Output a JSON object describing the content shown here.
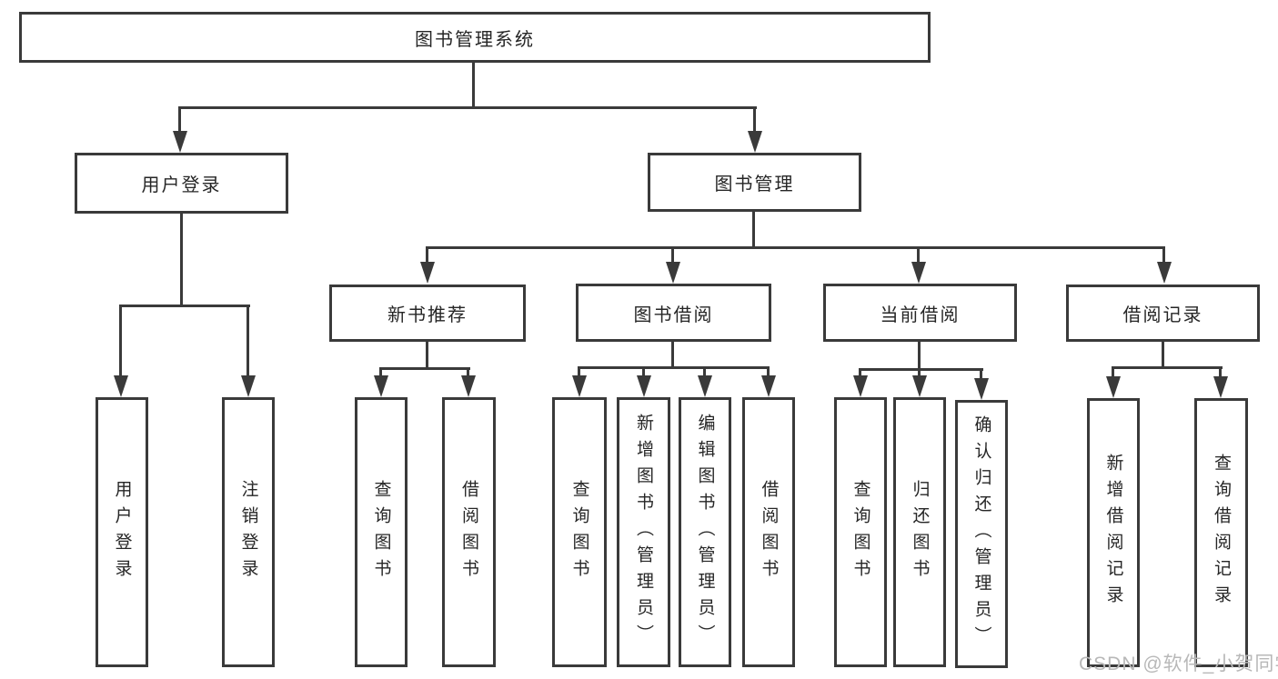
{
  "diagram_type": "tree",
  "nodes": {
    "root": {
      "label": "图书管理系统"
    },
    "user_login": {
      "label": "用户登录"
    },
    "book_mgmt": {
      "label": "图书管理"
    },
    "new_book_rec": {
      "label": "新书推荐"
    },
    "book_borrow": {
      "label": "图书借阅"
    },
    "current_borrow": {
      "label": "当前借阅"
    },
    "borrow_records": {
      "label": "借阅记录"
    },
    "leaves": {
      "user_login": "用户登录",
      "logout": "注销登录",
      "nbr_query": "查询图书",
      "nbr_borrow": "借阅图书",
      "bb_query": "查询图书",
      "bb_add": "新增图书（管理员）",
      "bb_edit": "编辑图书（管理员）",
      "bb_borrow": "借阅图书",
      "cb_query": "查询图书",
      "cb_return": "归还图书",
      "cb_confirm": "确认归还（管理员）",
      "br_add": "新增借阅记录",
      "br_query": "查询借阅记录"
    }
  },
  "edges": [
    [
      "root",
      "user_login"
    ],
    [
      "root",
      "book_mgmt"
    ],
    [
      "user_login",
      "leaf:user_login"
    ],
    [
      "user_login",
      "leaf:logout"
    ],
    [
      "book_mgmt",
      "new_book_rec"
    ],
    [
      "book_mgmt",
      "book_borrow"
    ],
    [
      "book_mgmt",
      "current_borrow"
    ],
    [
      "book_mgmt",
      "borrow_records"
    ],
    [
      "new_book_rec",
      "leaf:nbr_query"
    ],
    [
      "new_book_rec",
      "leaf:nbr_borrow"
    ],
    [
      "book_borrow",
      "leaf:bb_query"
    ],
    [
      "book_borrow",
      "leaf:bb_add"
    ],
    [
      "book_borrow",
      "leaf:bb_edit"
    ],
    [
      "book_borrow",
      "leaf:bb_borrow"
    ],
    [
      "current_borrow",
      "leaf:cb_query"
    ],
    [
      "current_borrow",
      "leaf:cb_return"
    ],
    [
      "current_borrow",
      "leaf:cb_confirm"
    ],
    [
      "borrow_records",
      "leaf:br_add"
    ],
    [
      "borrow_records",
      "leaf:br_query"
    ]
  ],
  "watermark": {
    "text": "CSDN @软件_小贺同学",
    "color": "#b8b8b8"
  },
  "colors": {
    "line": "#3a3a3a",
    "border": "#3a3a3a",
    "text": "#262626",
    "background": "#ffffff"
  }
}
